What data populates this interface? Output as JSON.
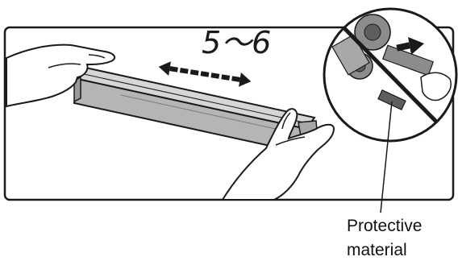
{
  "instruction": {
    "shake_count": "5～6",
    "callout_label_line1": "Protective",
    "callout_label_line2": "material"
  },
  "icons": {
    "shake_arrow": "double-headed-arrow-icon",
    "pull_arrow": "right-arrow-icon",
    "prohibited": "prohibited-sign-icon"
  },
  "colors": {
    "outline": "#1a1a1a",
    "cartridge_body": "#b5b5b5",
    "cartridge_top": "#d6d6d6",
    "cartridge_end": "#9a9a9a",
    "panel_background": "#ffffff",
    "part_gray": "#8c8c8c",
    "part_dark": "#5e5e5e"
  }
}
